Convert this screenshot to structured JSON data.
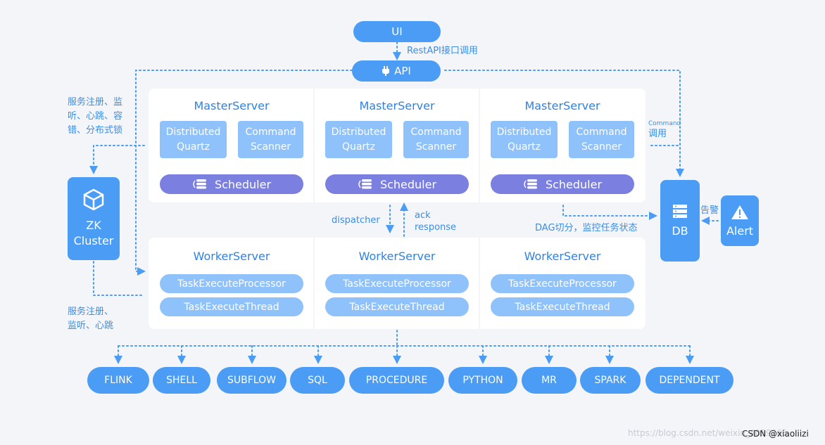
{
  "top": {
    "ui_label": "UI",
    "api_label": "API",
    "rest_label": "RestAPI接口调用"
  },
  "left_notes": {
    "register_top": "服务注册、监\n听、心跳、容\n错、分布式锁",
    "register_bottom": "服务注册、\n监听、心跳"
  },
  "zk": {
    "line1": "ZK",
    "line2": "Cluster"
  },
  "masters": [
    {
      "title": "MasterServer",
      "quartz": "Distributed\nQuartz",
      "scanner": "Command\nScanner",
      "scheduler": "Scheduler"
    },
    {
      "title": "MasterServer",
      "quartz": "Distributed\nQuartz",
      "scanner": "Command\nScanner",
      "scheduler": "Scheduler"
    },
    {
      "title": "MasterServer",
      "quartz": "Distributed\nQuartz",
      "scanner": "Command\nScanner",
      "scheduler": "Scheduler"
    }
  ],
  "workers": [
    {
      "title": "WorkerServer",
      "processor": "TaskExecuteProcessor",
      "thread": "TaskExecuteThread"
    },
    {
      "title": "WorkerServer",
      "processor": "TaskExecuteProcessor",
      "thread": "TaskExecuteThread"
    },
    {
      "title": "WorkerServer",
      "processor": "TaskExecuteProcessor",
      "thread": "TaskExecuteThread"
    }
  ],
  "mid_labels": {
    "dispatcher": "dispatcher",
    "ack": "ack\nresponse",
    "dag": "DAG切分，监控任务状态",
    "command_small": "Command",
    "command_call": "调用",
    "alarm": "告警"
  },
  "db_label": "DB",
  "alert_label": "Alert",
  "tasks": [
    "FLINK",
    "SHELL",
    "SUBFLOW",
    "SQL",
    "PROCEDURE",
    "PYTHON",
    "MR",
    "SPARK",
    "DEPENDENT"
  ],
  "watermark": "https://blog.csdn.net/weixin_4059265",
  "credit": "CSDN @xiaoliizi",
  "colors": {
    "primary": "#4a9cf4",
    "light": "#8fc2fa",
    "scheduler": "#7b7fe0",
    "line": "#4a9cf4",
    "text": "#2d82e8"
  }
}
